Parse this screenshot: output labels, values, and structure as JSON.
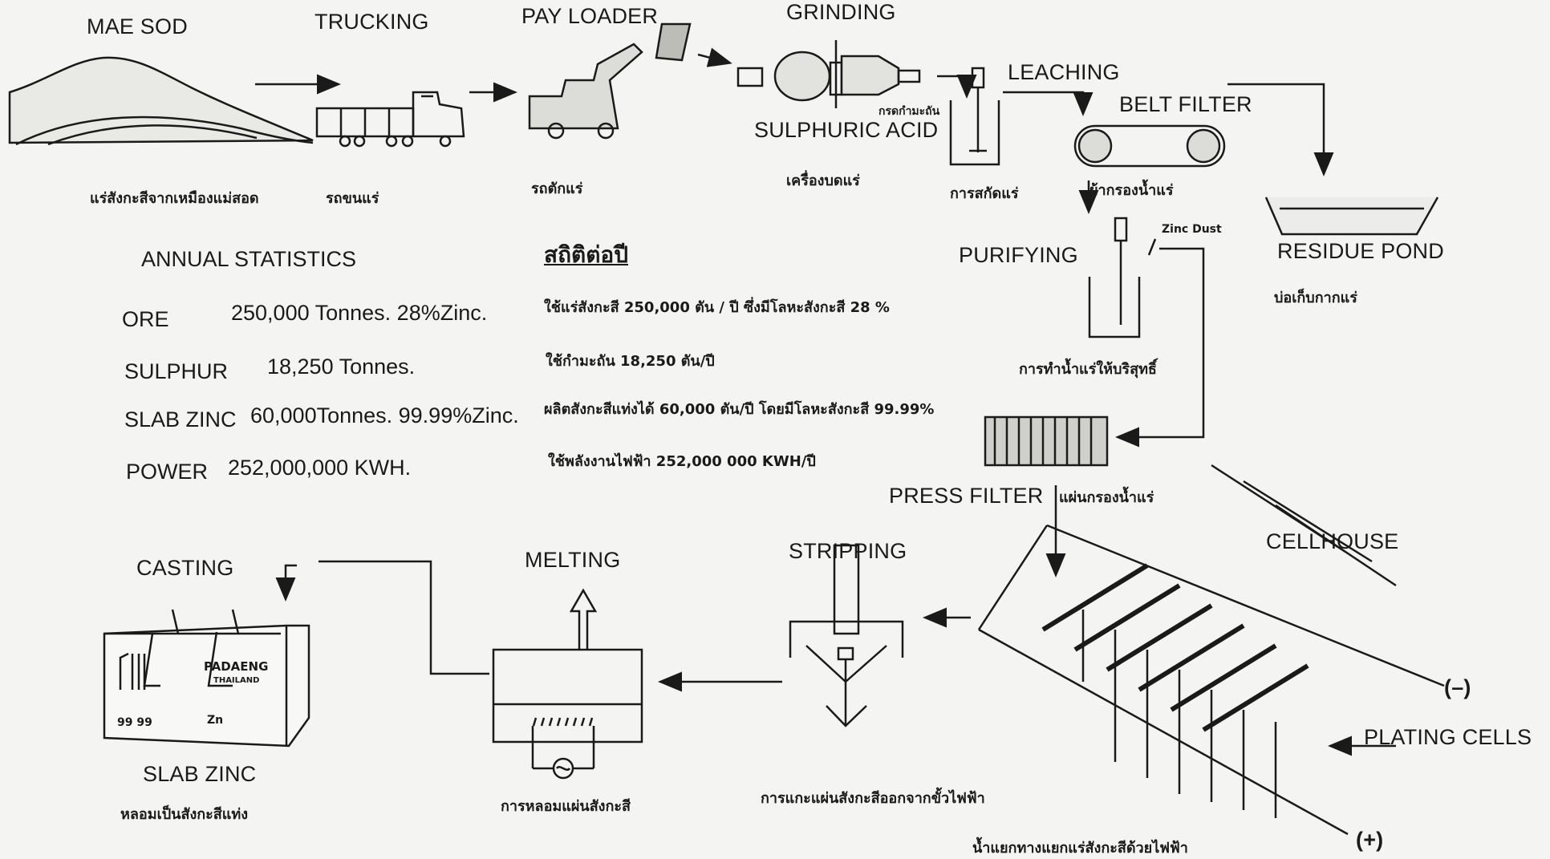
{
  "steps": {
    "mae_sod": {
      "en": "MAE SOD",
      "th": "แร่สังกะสีจากเหมืองแม่สอด"
    },
    "trucking": {
      "en": "TRUCKING",
      "th": "รถขนแร่"
    },
    "pay_loader": {
      "en": "PAY LOADER",
      "th": "รถตักแร่"
    },
    "grinding": {
      "en": "GRINDING",
      "th": "เครื่องบดแร่"
    },
    "sulphuric_acid": {
      "en": "SULPHURIC ACID",
      "th": "กรดกำมะถัน"
    },
    "leaching": {
      "en": "LEACHING",
      "th": "การสกัดแร่"
    },
    "belt_filter": {
      "en": "BELT FILTER",
      "th": "ผ้ากรองน้ำแร่"
    },
    "residue_pond": {
      "en": "RESIDUE POND",
      "th": "บ่อเก็บกากแร่"
    },
    "purifying": {
      "en": "PURIFYING",
      "th": "การทำน้ำแร่ให้บริสุทธิ์",
      "zinc_dust": "Zinc Dust"
    },
    "press_filter": {
      "en": "PRESS FILTER",
      "th": "แผ่นกรองน้ำแร่"
    },
    "cellhouse": {
      "en": "CELLHOUSE",
      "th": "น้ำแยกทางแยกแร่สังกะสีด้วยไฟฟ้า",
      "neg": "(–)",
      "pos": "(+)",
      "plating": "PLATING CELLS"
    },
    "stripping": {
      "en": "STRIPPING",
      "th": "การแกะแผ่นสังกะสีออกจากขั้วไฟฟ้า"
    },
    "melting": {
      "en": "MELTING",
      "th": "การหลอมแผ่นสังกะสี"
    },
    "casting": {
      "en": "CASTING"
    },
    "slab_zinc": {
      "en": "SLAB ZINC",
      "th": "หลอมเป็นสังกะสีแท่ง",
      "brand": "PADAENG",
      "country": "THAILAND",
      "purity": "99 99",
      "symbol": "Zn"
    }
  },
  "stats": {
    "title_en": "ANNUAL STATISTICS",
    "title_th": "สถิติต่อปี",
    "rows": [
      {
        "label": "ORE",
        "value": "250,000 Tonnes. 28%Zinc.",
        "th": "ใช้แร่สังกะสี 250,000 ตัน / ปี ซึ่งมีโลหะสังกะสี 28 %"
      },
      {
        "label": "SULPHUR",
        "value": "18,250 Tonnes.",
        "th": "ใช้กำมะถัน 18,250 ตัน/ปี"
      },
      {
        "label": "SLAB ZINC",
        "value": "60,000Tonnes. 99.99%Zinc.",
        "th": "ผลิตสังกะสีแท่งได้ 60,000 ตัน/ปี โดยมีโลหะสังกะสี 99.99%"
      },
      {
        "label": "POWER",
        "value": "252,000,000 KWH.",
        "th": "ใช้พลังงานไฟฟ้า 252,000 000 KWH/ปี"
      }
    ]
  }
}
